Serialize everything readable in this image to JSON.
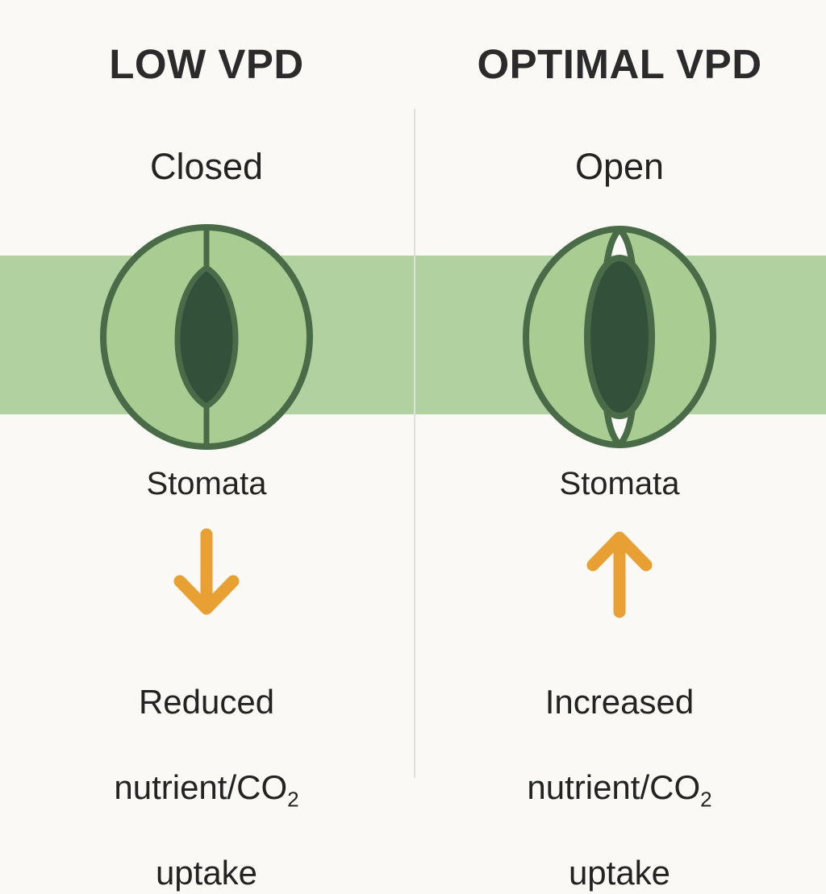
{
  "figure": {
    "background_color": "#FAF9F5",
    "band_color": "#B2D1A1",
    "divider_color": "#E2E0DC",
    "cell_fill": "#A8CC92",
    "cell_stroke": "#4A6B47",
    "pore_fill": "#32503A",
    "arrow_color": "#E8A033",
    "text_color": "#232323"
  },
  "panels": [
    {
      "id": "low-vpd",
      "heading": "LOW VPD",
      "state_label": "Closed",
      "stomata_caption": "Stomata",
      "arrow": {
        "direction": "down",
        "icon": "arrow-down-icon",
        "color": "#E8A033"
      },
      "outcome_line1": "Reduced",
      "outcome_line2_prefix": "nutrient/CO",
      "outcome_line2_sub": "2",
      "outcome_line3": "uptake"
    },
    {
      "id": "optimal-vpd",
      "heading": "OPTIMAL VPD",
      "state_label": "Open",
      "stomata_caption": "Stomata",
      "arrow": {
        "direction": "up",
        "icon": "arrow-up-icon",
        "color": "#E8A033"
      },
      "outcome_line1": "Increased",
      "outcome_line2_prefix": "nutrient/CO",
      "outcome_line2_sub": "2",
      "outcome_line3": "uptake"
    }
  ]
}
